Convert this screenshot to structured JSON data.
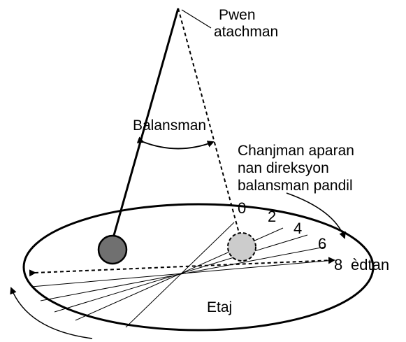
{
  "labels": {
    "attachment_point_line1": "Pwen",
    "attachment_point_line2": "atachman",
    "swing": "Balansman",
    "note_line1": "Chanjman aparan",
    "note_line2": "nan direksyon",
    "note_line3": "balansman pandil",
    "floor": "Etaj",
    "hours_unit": "èdtan"
  },
  "hour_marks": [
    "0",
    "2",
    "4",
    "6",
    "8"
  ],
  "colors": {
    "ink": "#000000",
    "bob_start": "#707070",
    "bob_end": "#cccccc",
    "background": "#ffffff"
  }
}
